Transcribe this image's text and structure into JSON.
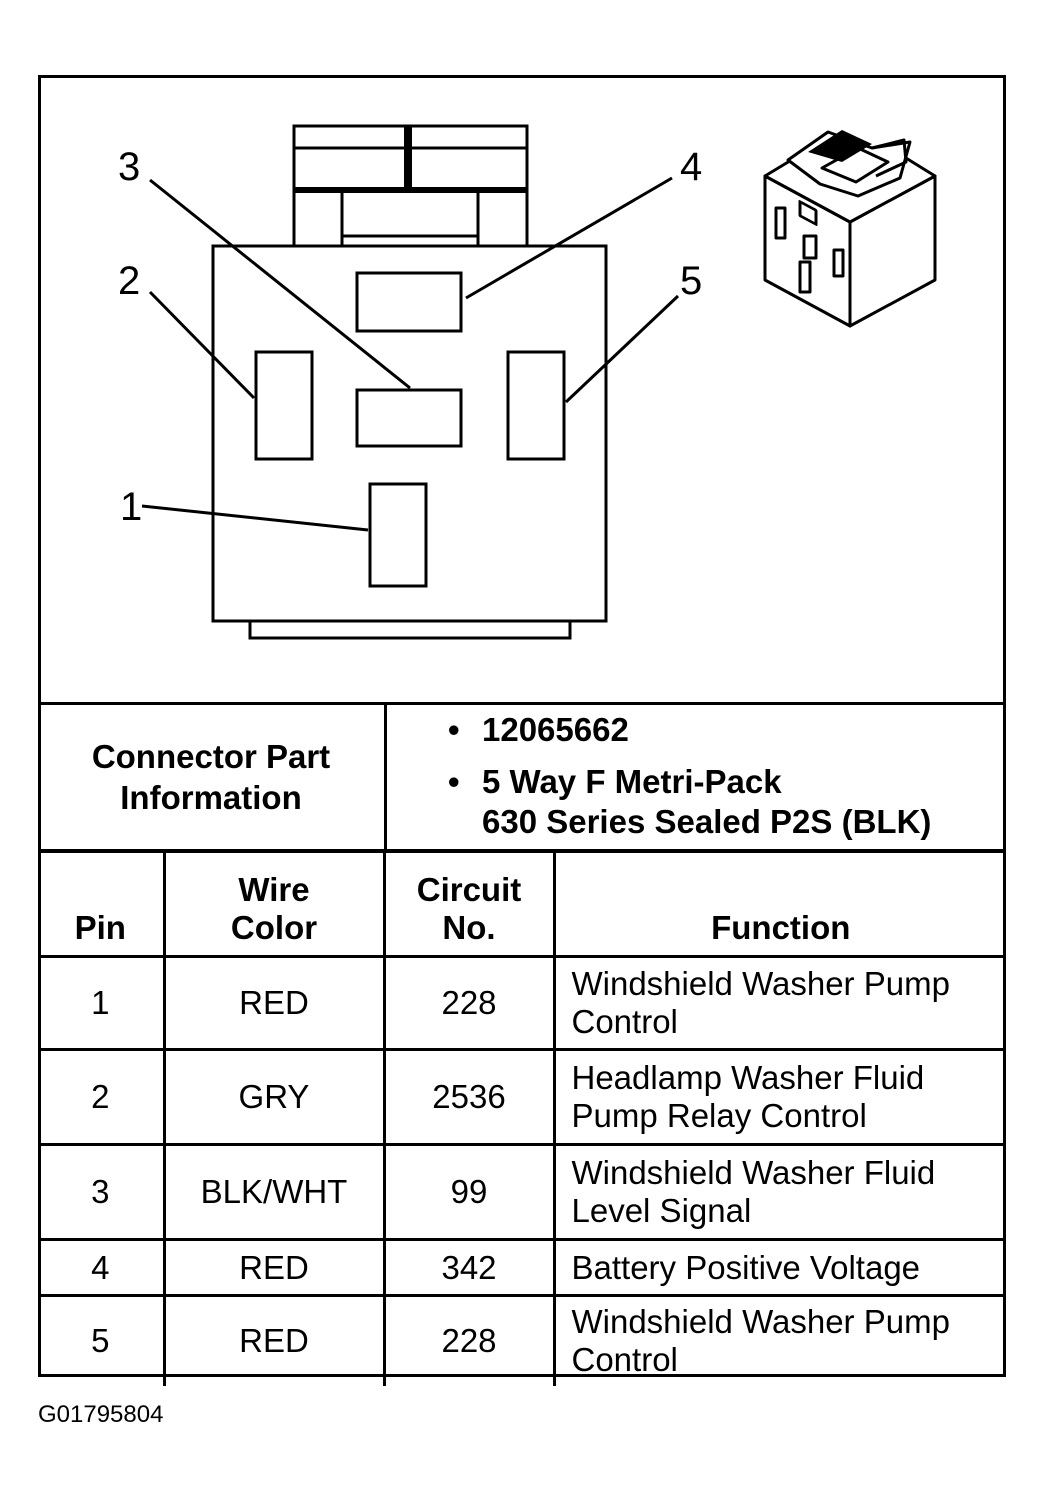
{
  "diagram": {
    "pin_callouts": [
      "1",
      "2",
      "3",
      "4",
      "5"
    ]
  },
  "connector_info": {
    "label": "Connector Part\nInformation",
    "values": [
      "12065662",
      "5 Way F Metri-Pack\n630 Series Sealed P2S (BLK)"
    ],
    "bullet": "•"
  },
  "pin_table": {
    "headers": [
      "Pin",
      "Wire\nColor",
      "Circuit\nNo.",
      "Function"
    ],
    "rows": [
      {
        "pin": "1",
        "wire_color": "RED",
        "circuit": "228",
        "function": "Windshield Washer Pump\nControl"
      },
      {
        "pin": "2",
        "wire_color": "GRY",
        "circuit": "2536",
        "function": "Headlamp Washer Fluid\nPump Relay Control"
      },
      {
        "pin": "3",
        "wire_color": "BLK/WHT",
        "circuit": "99",
        "function": "Windshield Washer Fluid\nLevel Signal"
      },
      {
        "pin": "4",
        "wire_color": "RED",
        "circuit": "342",
        "function": "Battery Positive Voltage"
      },
      {
        "pin": "5",
        "wire_color": "RED",
        "circuit": "228",
        "function": "Windshield Washer Pump\nControl"
      }
    ]
  },
  "figure_id": "G01795804"
}
